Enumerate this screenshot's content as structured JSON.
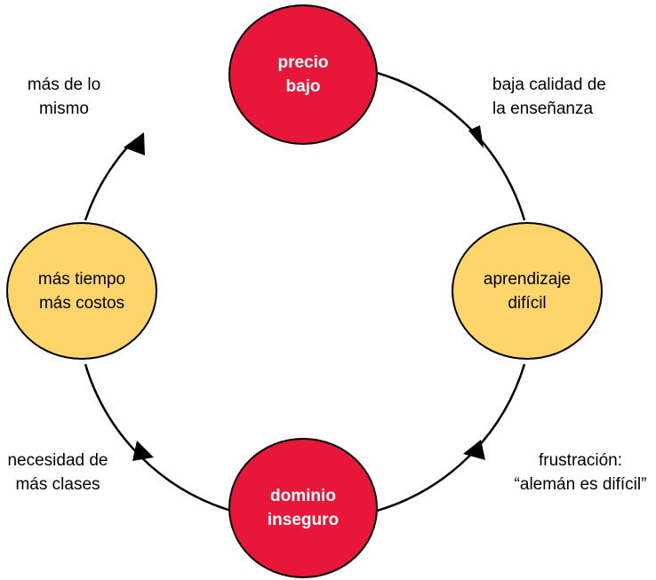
{
  "colors": {
    "red_node": "#e8173a",
    "yellow_node": "#fdd56b",
    "line": "#000000"
  },
  "nodes": {
    "precio_bajo": {
      "line1": "precio",
      "line2": "bajo"
    },
    "aprendizaje_dificil": {
      "line1": "aprendizaje",
      "line2": "difícil"
    },
    "dominio_inseguro": {
      "line1": "dominio",
      "line2": "inseguro"
    },
    "mas_tiempo_mas_costos": {
      "line1": "más tiempo",
      "line2": "más costos"
    }
  },
  "edge_labels": {
    "baja_calidad": {
      "line1": "baja calidad de",
      "line2": "la enseñanza"
    },
    "frustracion": {
      "line1": "frustración:",
      "line2": "“alemán es difícil”"
    },
    "necesidad": {
      "line1": "necesidad de",
      "line2": "más clases"
    },
    "mas_de_lo_mismo": {
      "line1": "más de lo",
      "line2": "mismo"
    }
  }
}
